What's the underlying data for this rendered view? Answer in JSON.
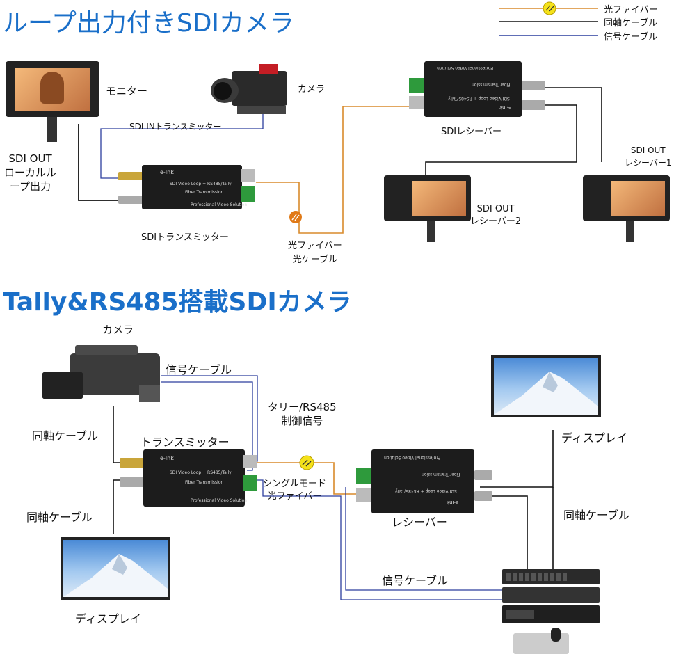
{
  "section1": {
    "title": "ループ出力付きSDIカメラ",
    "monitor_label": "モニター",
    "camera_label": "カメラ",
    "sdi_in_label": "SDI INトランスミッター",
    "sdi_out_local_label": "SDI OUT\nローカルル\nープ出力",
    "transmitter_label": "SDIトランスミッター",
    "fiber_label": "光ファイバー\n光ケーブル",
    "receiver_label": "SDIレシーバー",
    "receiver1_label": "SDI OUT\nレシーバー1",
    "receiver2_label": "SDI OUT\nレシーバー2"
  },
  "legend": {
    "items": [
      {
        "label": "光ファイバー",
        "color": "#d98a2b"
      },
      {
        "label": "同軸ケーブル",
        "color": "#111111"
      },
      {
        "label": "信号ケーブル",
        "color": "#2c3e9e"
      }
    ]
  },
  "device": {
    "brand": "e-Ink",
    "line1": "SDI Video Loop + RS485/Tally",
    "line2": "Fiber Transmission",
    "line3": "Professional Video Solution"
  },
  "section2": {
    "title": "Tally&RS485搭載SDIカメラ",
    "camera_label": "カメラ",
    "signal_cable_top": "信号ケーブル",
    "tally_label": "タリー/RS485\n制御信号",
    "coax_left_top": "同軸ケーブル",
    "transmitter_label": "トランスミッター",
    "single_mode_label": "シングルモード\n光ファイバー",
    "receiver_label": "レシーバー",
    "coax_left_bottom": "同軸ケーブル",
    "display_left": "ディスプレイ",
    "display_right": "ディスプレイ",
    "coax_right": "同軸ケーブル",
    "signal_cable_bottom": "信号ケーブル"
  }
}
